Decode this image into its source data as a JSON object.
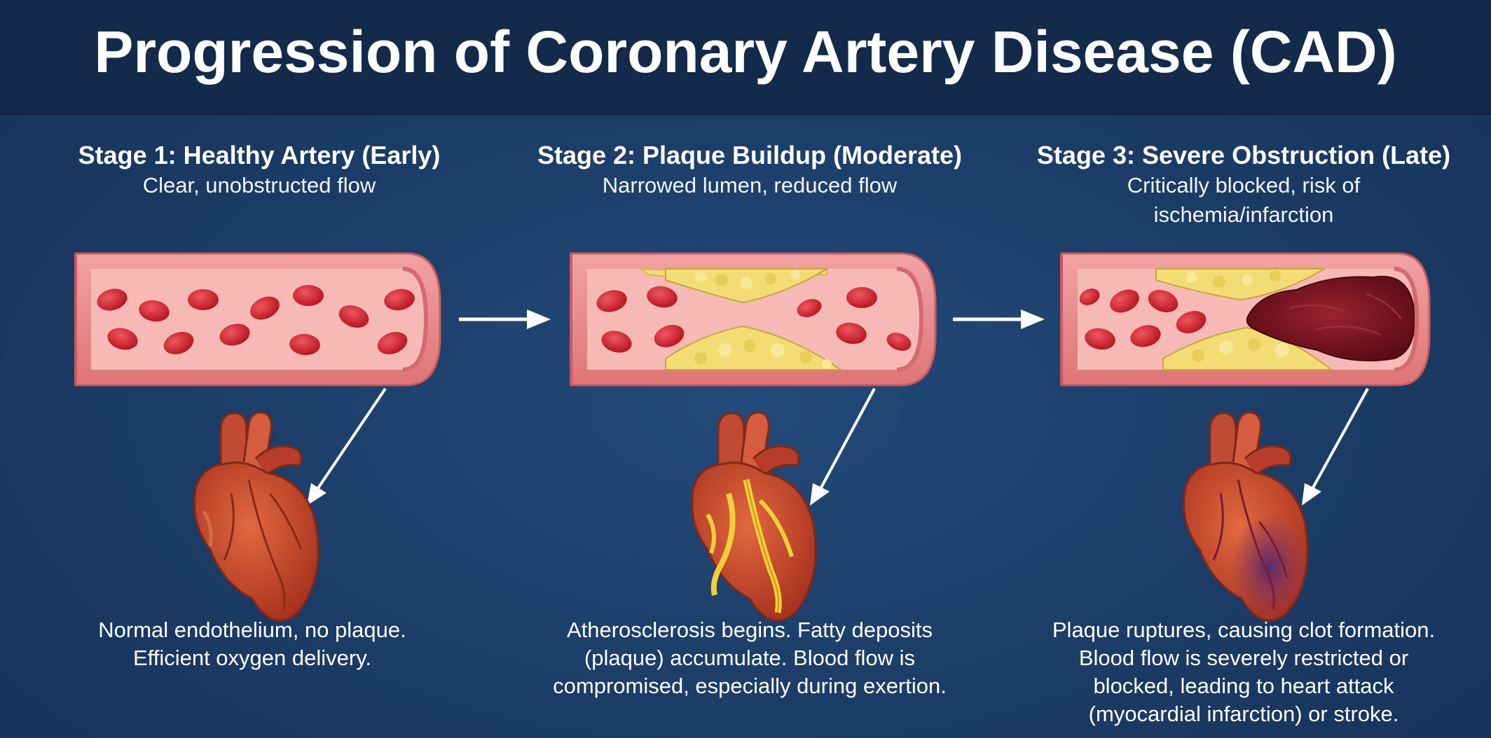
{
  "title": "Progression of Coronary Artery Disease (CAD)",
  "stages": [
    {
      "heading": "Stage 1: Healthy Artery (Early)",
      "subtitle": "Clear, unobstructed flow",
      "subtitle_line2": "",
      "description": [
        "Normal endothelium, no plaque.",
        "Efficient oxygen delivery."
      ]
    },
    {
      "heading": "Stage 2: Plaque Buildup (Moderate)",
      "subtitle": "Narrowed lumen, reduced flow",
      "subtitle_line2": "",
      "description": [
        "Atherosclerosis begins. Fatty deposits",
        "(plaque) accumulate. Blood flow is",
        "compromised, especially during exertion."
      ]
    },
    {
      "heading": "Stage 3: Severe Obstruction (Late)",
      "subtitle": "Critically blocked, risk of",
      "subtitle_line2": "ischemia/infarction",
      "description": [
        "Plaque ruptures, causing clot formation.",
        "Blood flow is severely restricted or",
        "blocked, leading to heart attack",
        "(myocardial infarction) or stroke."
      ]
    }
  ],
  "colors": {
    "background": "#1b3a63",
    "header": "#142a4a",
    "artery_wall": "#e9868a",
    "lumen": "#f6b7b4",
    "blood_cell": "#d21f2a",
    "plaque": "#f2dc7a",
    "clot": "#7a1420",
    "heart": "#c5432b"
  },
  "icons": [
    "arrow-right-icon",
    "arrow-down-left-icon",
    "heart-icon",
    "artery-icon",
    "blood-cell-icon",
    "plaque-icon",
    "clot-icon"
  ]
}
